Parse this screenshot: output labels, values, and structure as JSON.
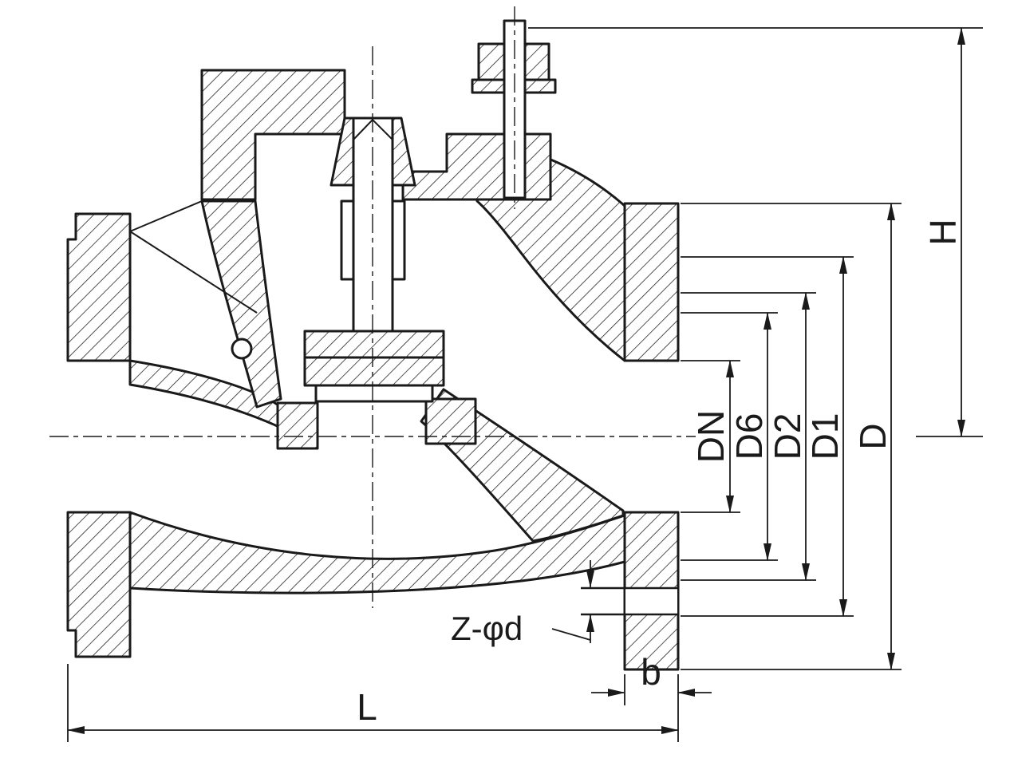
{
  "labels": {
    "dn": "DN",
    "d6": "D6",
    "d2": "D2",
    "d1": "D1",
    "d_outer": "D",
    "height": "H",
    "length": "L",
    "flange_thickness": "b",
    "bolt_holes": "Z-φd"
  },
  "colors": {
    "ink": "#1a1a1a",
    "background": "#ffffff"
  }
}
